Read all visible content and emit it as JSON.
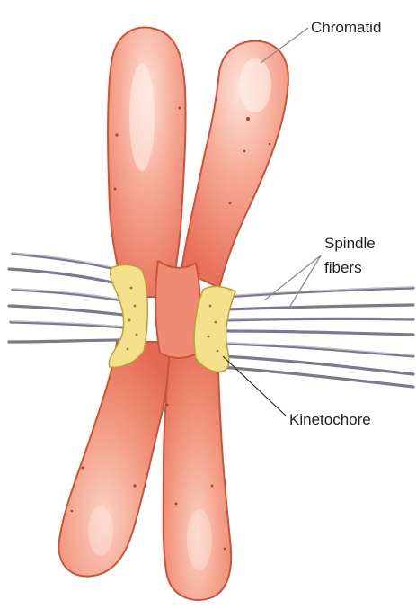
{
  "labels": {
    "chromatid": "Chromatid",
    "spindle_line1": "Spindle",
    "spindle_line2": "fibers",
    "kinetochore": "Kinetochore"
  },
  "colors": {
    "chromatid_fill": "#f2917e",
    "chromatid_highlight": "#fde3d9",
    "chromatid_outline": "#c8553a",
    "kinetochore_fill": "#f3e08a",
    "spindle_fiber": "#7c7890",
    "label_text": "#1f1f1f"
  }
}
